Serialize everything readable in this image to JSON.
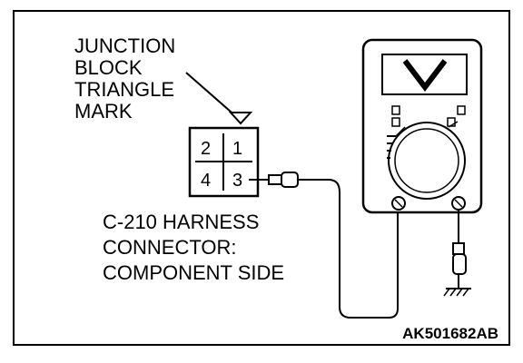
{
  "callout": {
    "line1": "JUNCTION",
    "line2": "BLOCK",
    "line3": "TRIANGLE",
    "line4": "MARK"
  },
  "connector": {
    "pins": [
      "2",
      "1",
      "4",
      "3"
    ]
  },
  "harness_label": {
    "line1": "C-210 HARNESS",
    "line2": "CONNECTOR:",
    "line3": "COMPONENT SIDE"
  },
  "figure_code": "AK501682AB",
  "meter_icon": "voltmeter-v-icon",
  "ground_icon": "ground-symbol-icon"
}
